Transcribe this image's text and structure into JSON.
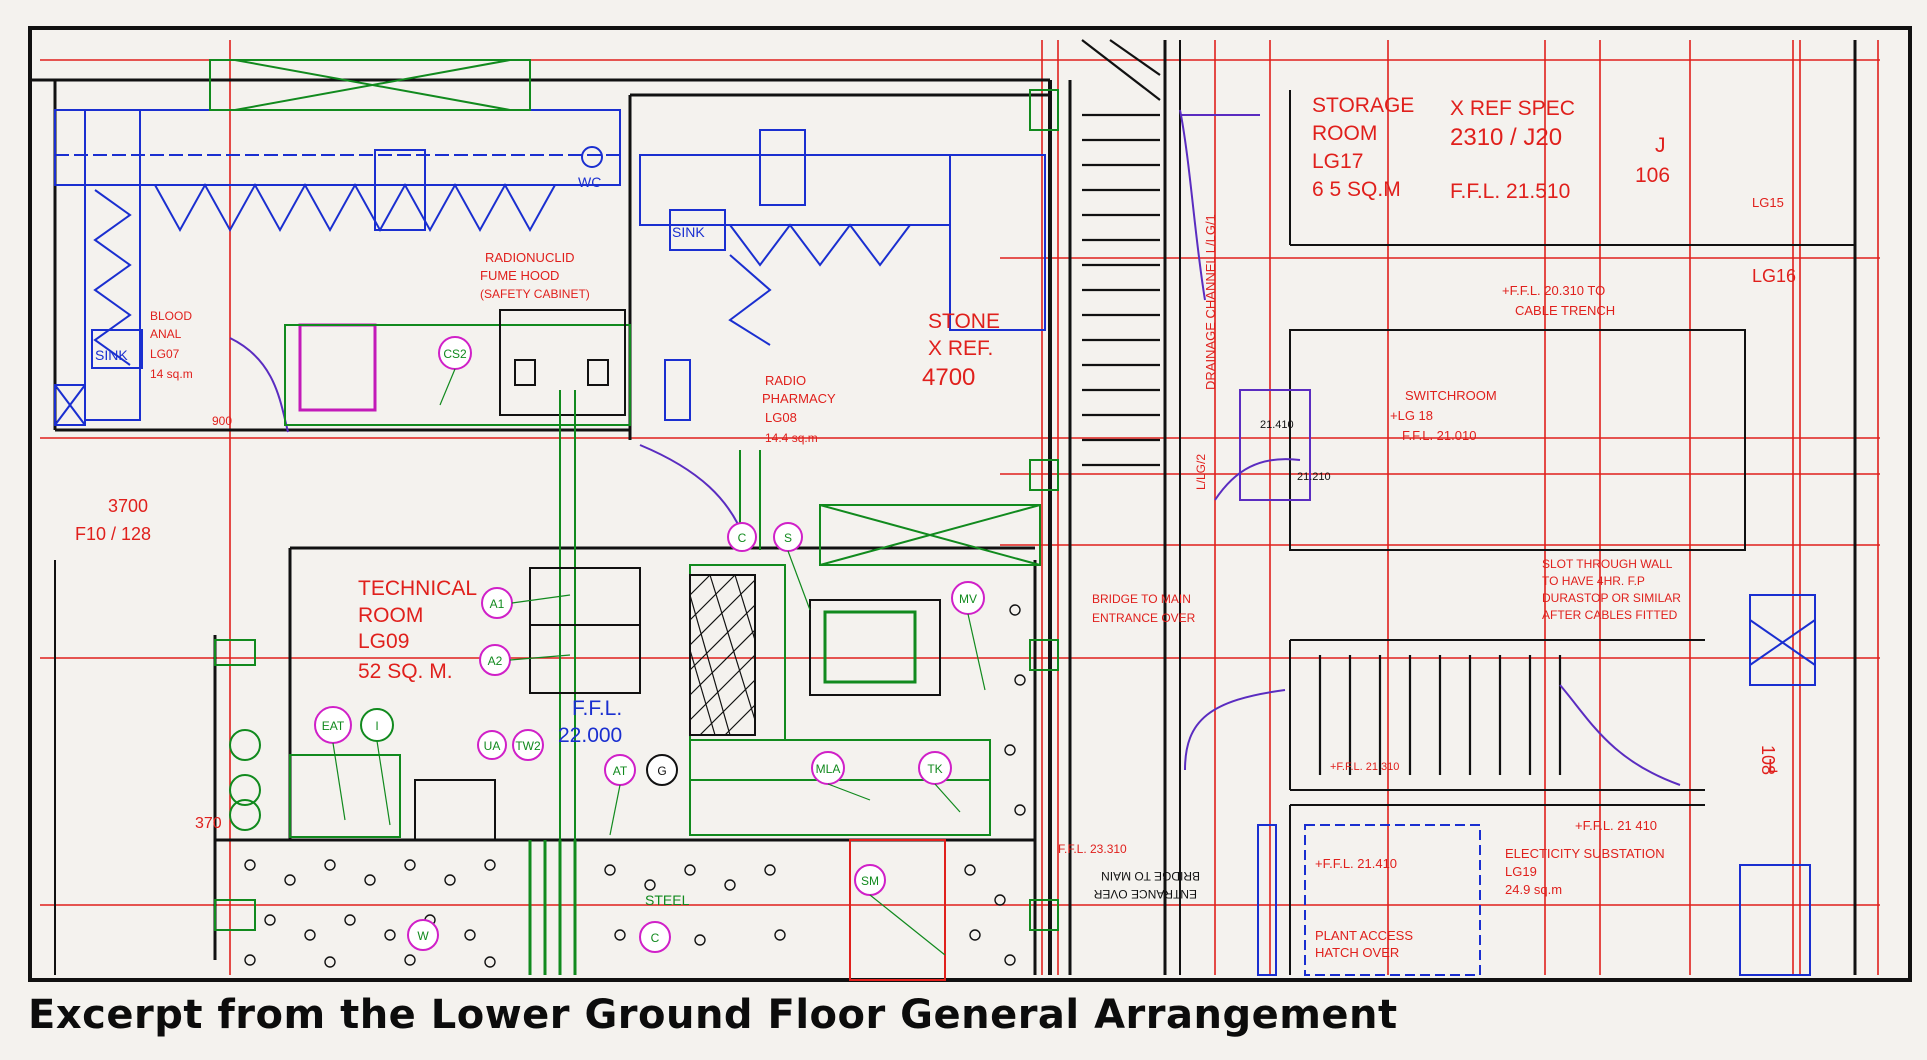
{
  "caption": "Excerpt from the Lower Ground Floor General  Arrangement",
  "colors": {
    "walls": "#111111",
    "gridlines": "#e0201c",
    "fittings": "#1a2fd0",
    "services": "#118a1e",
    "tags": "#d020c8"
  },
  "rooms": {
    "storage": {
      "l1": "STORAGE",
      "l2": "ROOM",
      "l3": "LG17",
      "l4": "6 5  SQ.M",
      "ref": "X REF SPEC",
      "refnum": "2310  /  J20",
      "ffl": "F.F.L. 21.510",
      "j": "J",
      "jnum": "106"
    },
    "lg16": "LG16",
    "lg15": "LG15",
    "cable": {
      "l1": "+F.F.L. 20.310 TO",
      "l2": "CABLE TRENCH"
    },
    "switch": {
      "l1": "SWITCHROOM",
      "l2": "+LG 18",
      "l3": "F.F.L. 21.010"
    },
    "blood": {
      "l1": "BLOOD",
      "l2": "ANAL",
      "l3": "LG07",
      "l4": "14 sq.m"
    },
    "radionuclid": {
      "l1": "RADIONUCLID",
      "l2": "FUME HOOD",
      "l3": "(SAFETY CABINET)"
    },
    "stone": {
      "l1": "STONE",
      "l2": "X REF.",
      "l3": "4700"
    },
    "pharmacy": {
      "l1": "RADIO",
      "l2": "PHARMACY",
      "l3": "LG08",
      "l4": "14.4 sq.m"
    },
    "technical": {
      "l1": "TECHNICAL",
      "l2": "ROOM",
      "l3": "LG09",
      "l4": "52 SQ. M."
    },
    "ffl22": {
      "l1": "F.F.L.",
      "l2": "22.000"
    },
    "dim3700": {
      "l1": "3700",
      "l2": "F10 / 128"
    },
    "dim900": "900",
    "dim370": "370",
    "bridge": {
      "l1": "BRIDGE TO MAIN",
      "l2": "ENTRANCE OVER"
    },
    "bridgeMirror": {
      "l1": "ENTRANCE OVER",
      "l2": "BRIDGE TO MAIN"
    },
    "slot": {
      "l1": "SLOT THROUGH WALL",
      "l2": "TO HAVE 4HR. F.P",
      "l3": "DURASTOP OR SIMILAR",
      "l4": "AFTER CABLES FITTED"
    },
    "substation": {
      "l1": "ELECTICITY SUBSTATION",
      "l2": "LG19",
      "l3": "24.9 sq.m",
      "ffl": "+F.F.L. 21 410"
    },
    "plant": {
      "l1": "PLANT ACCESS",
      "l2": "HATCH OVER",
      "ffl": "+F.F.L. 21.410"
    },
    "drainage": "DRAINAGE CHANNEL  L/LG/1",
    "lvl21410": "21.410",
    "lvl21210": "21.210",
    "lvl21310": "+F.F.L. 21 310",
    "lvl23310": "F.F.L. 23.310",
    "llg2": "L/LG/2",
    "steel": "STEEL",
    "wc": "WC",
    "sink": "SINK",
    "s108": "108",
    "sL": "L"
  },
  "tags": [
    "CS2",
    "C",
    "S",
    "A1",
    "A2",
    "MV",
    "EAT",
    "I",
    "UA",
    "TW2",
    "AT",
    "G",
    "MLA",
    "TK",
    "SM",
    "W",
    "C"
  ]
}
